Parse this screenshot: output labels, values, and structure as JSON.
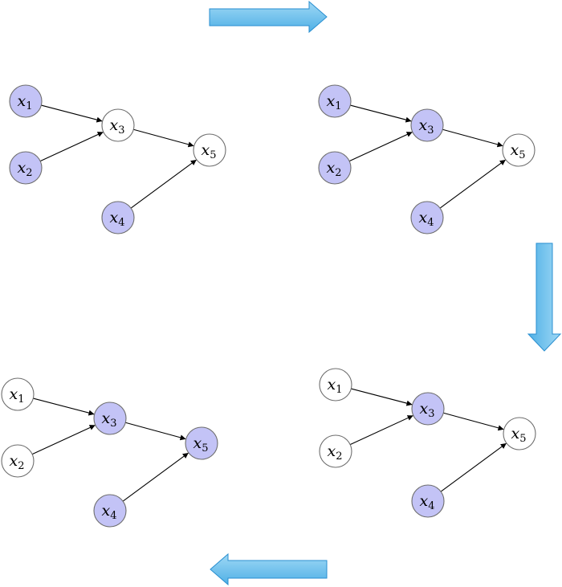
{
  "colors": {
    "observed_fill": "#c3c3f6",
    "hidden_fill": "#ffffff",
    "node_stroke": "#6e6e6e",
    "edge": "#000000",
    "flow_arrow_top": "#9fd8f5",
    "flow_arrow_bottom": "#4fb0e6"
  },
  "graph": {
    "nodes": [
      {
        "id": "x1",
        "base": "x",
        "sub": "1"
      },
      {
        "id": "x2",
        "base": "x",
        "sub": "2"
      },
      {
        "id": "x3",
        "base": "x",
        "sub": "3"
      },
      {
        "id": "x4",
        "base": "x",
        "sub": "4"
      },
      {
        "id": "x5",
        "base": "x",
        "sub": "5"
      }
    ],
    "edges": [
      {
        "from": "x1",
        "to": "x3"
      },
      {
        "from": "x2",
        "to": "x3"
      },
      {
        "from": "x3",
        "to": "x5"
      },
      {
        "from": "x4",
        "to": "x5"
      }
    ]
  },
  "panels": [
    {
      "name": "top-left",
      "shaded": [
        "x1",
        "x2",
        "x4"
      ]
    },
    {
      "name": "top-right",
      "shaded": [
        "x1",
        "x2",
        "x3",
        "x4"
      ]
    },
    {
      "name": "bottom-right",
      "shaded": [
        "x3",
        "x4"
      ]
    },
    {
      "name": "bottom-left",
      "shaded": [
        "x3",
        "x4",
        "x5"
      ]
    }
  ],
  "flow_arrows": [
    {
      "name": "top",
      "direction": "right"
    },
    {
      "name": "right",
      "direction": "down"
    },
    {
      "name": "bottom",
      "direction": "left"
    }
  ]
}
